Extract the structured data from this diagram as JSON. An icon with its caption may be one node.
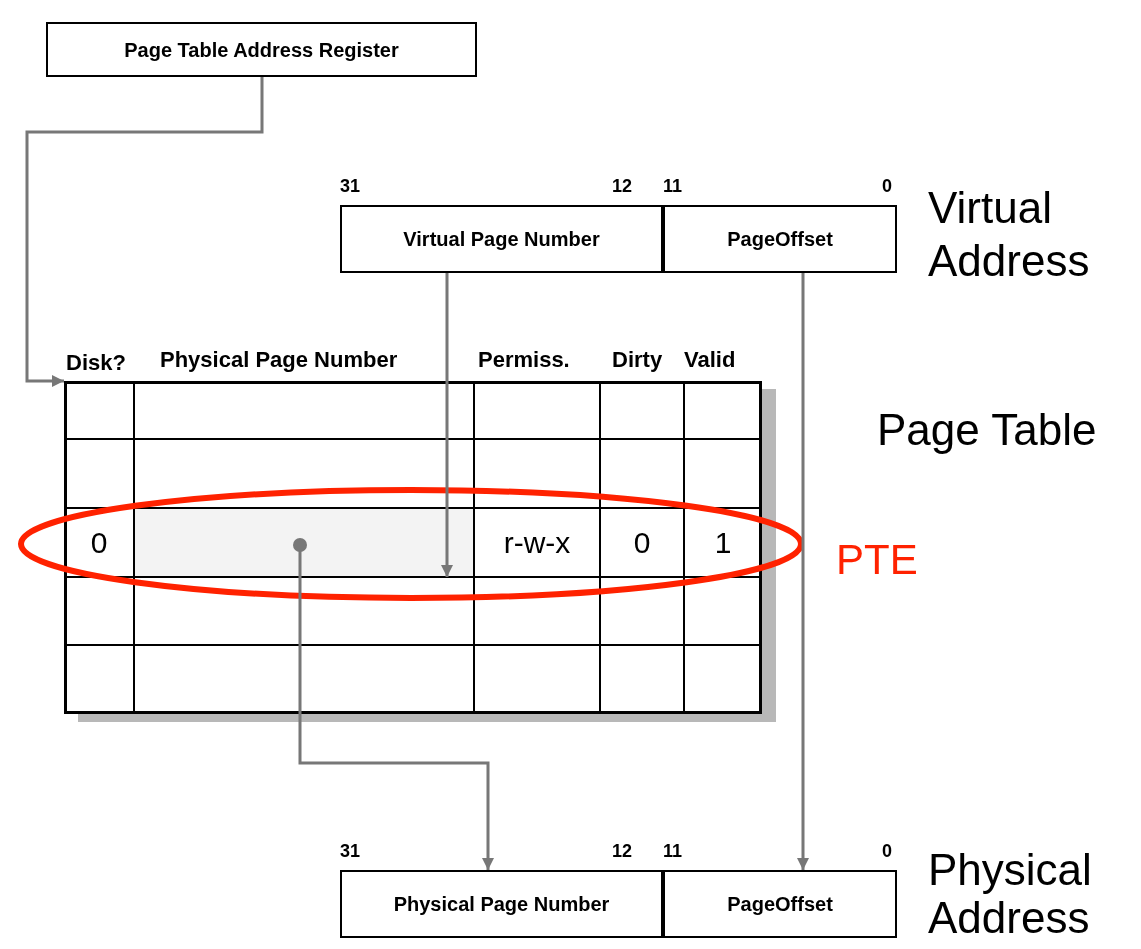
{
  "diagram": {
    "nodes": [
      {
        "text": [
          "Page Table Address Register"
        ]
      },
      {
        "text": [],
        "shape": "box",
        "beside": [
          "Virtual Address"
        ]
      },
      {
        "text": [
          "Virtual Page Number"
        ],
        "in": 1,
        "beside": [
          "31",
          "12"
        ]
      },
      {
        "text": [
          "PageOffset"
        ],
        "in": 1,
        "beside": [
          "11",
          "0"
        ]
      },
      {
        "text": [],
        "shape": "box",
        "beside": [
          "Page Table"
        ]
      },
      {
        "text": [
          "0"
        ],
        "in": 4
      },
      {
        "text": [],
        "shape": "box",
        "in": 4
      },
      {
        "text": [
          "r-w-x"
        ],
        "in": 4
      },
      {
        "text": [
          "0"
        ],
        "in": 4
      },
      {
        "text": [
          "1"
        ],
        "in": 4
      },
      {
        "text": [],
        "shape": "box",
        "beside": [
          "Physical Address"
        ]
      },
      {
        "text": [
          "Physical Page Number"
        ],
        "in": 10,
        "beside": [
          "31",
          "12"
        ]
      },
      {
        "text": [
          "PageOffset"
        ],
        "in": 10,
        "beside": [
          "11",
          "0"
        ]
      }
    ],
    "edges": [
      {
        "from": 0,
        "to": 4,
        "arrow": "to"
      },
      {
        "from": 2,
        "to": 6,
        "arrow": "to"
      },
      {
        "from": 3,
        "to": 12,
        "arrow": "to"
      },
      {
        "from": 6,
        "to": 11,
        "arrow": "to"
      }
    ],
    "labels": [
      "Disk?",
      "Physical Page Number",
      "Permiss.",
      "Dirty",
      "Valid",
      "PTE"
    ]
  }
}
